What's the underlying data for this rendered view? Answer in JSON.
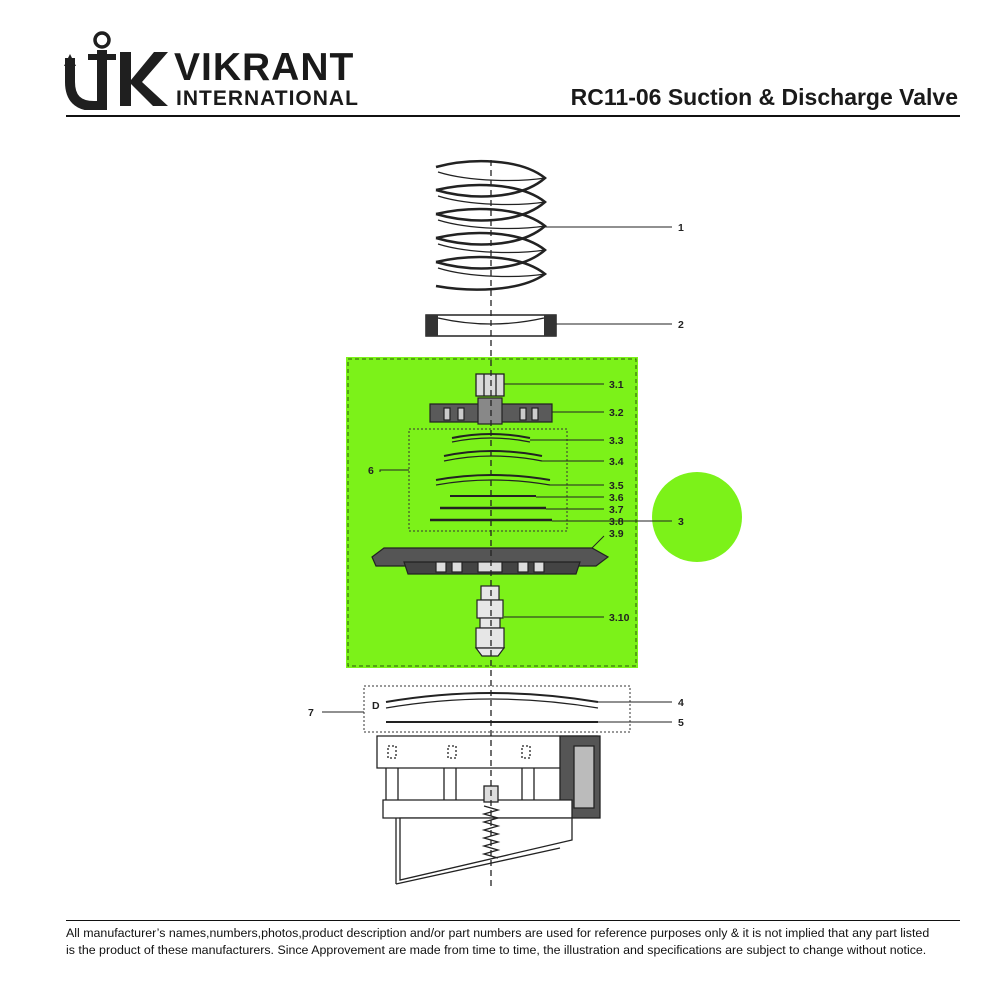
{
  "brand": {
    "name": "VIKRANT",
    "sub": "INTERNATIONAL",
    "mark": "VK",
    "color": "#1f1f1f"
  },
  "title": "RC11-06 Suction & Discharge Valve",
  "highlight_color": "#7cf219",
  "callouts": {
    "p1": "1",
    "p2": "2",
    "p3_1": "3.1",
    "p3_2": "3.2",
    "p3_3": "3.3",
    "p3_4": "3.4",
    "p3_5": "3.5",
    "p3_6": "3.6",
    "p3_7": "3.7",
    "p3_8": "3.8",
    "p3": "3",
    "p3_9": "3.9",
    "p3_10": "3.10",
    "p6": "6",
    "p4": "4",
    "p5": "5",
    "p7": "7",
    "pD": "D"
  },
  "disclaimer": {
    "line1": "All manufacturer’s names,numbers,photos,product description and/or part numbers are used for reference purposes only & it is not implied that any part listed",
    "line2": "is the product of these manufacturers.  Since Approvement are made from time to time,  the illustration and specifications are subject to change without notice."
  }
}
